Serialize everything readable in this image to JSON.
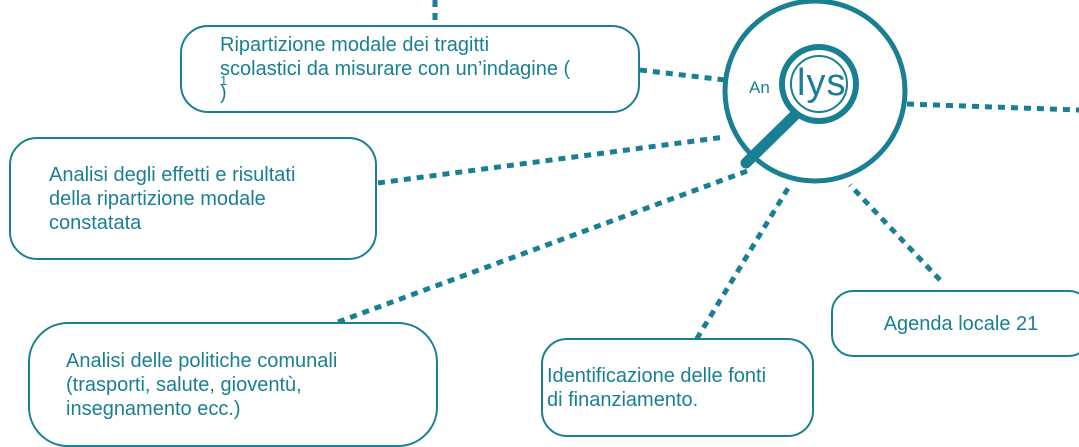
{
  "boxes": {
    "ripartizione": {
      "text": "Ripartizione modale dei tragitti\nscolastici da misurare con un’indagine (",
      "footnote": "1",
      "closing": ")"
    },
    "effetti": {
      "text": "Analisi degli effetti e risultati\ndella ripartizione modale\nconstatata"
    },
    "politiche": {
      "text": "Analisi delle politiche comunali\n(trasporti, salute, gioventù,\ninsegnamento ecc.)"
    },
    "fonti": {
      "text": "Identificazione delle fonti\ndi finanziamento."
    },
    "agenda": {
      "text": "Agenda locale 21"
    }
  },
  "hub": {
    "text_left": "An",
    "text_lens": "lys"
  },
  "colors": {
    "accent": "#1a7f93",
    "background": "#ffffff"
  }
}
